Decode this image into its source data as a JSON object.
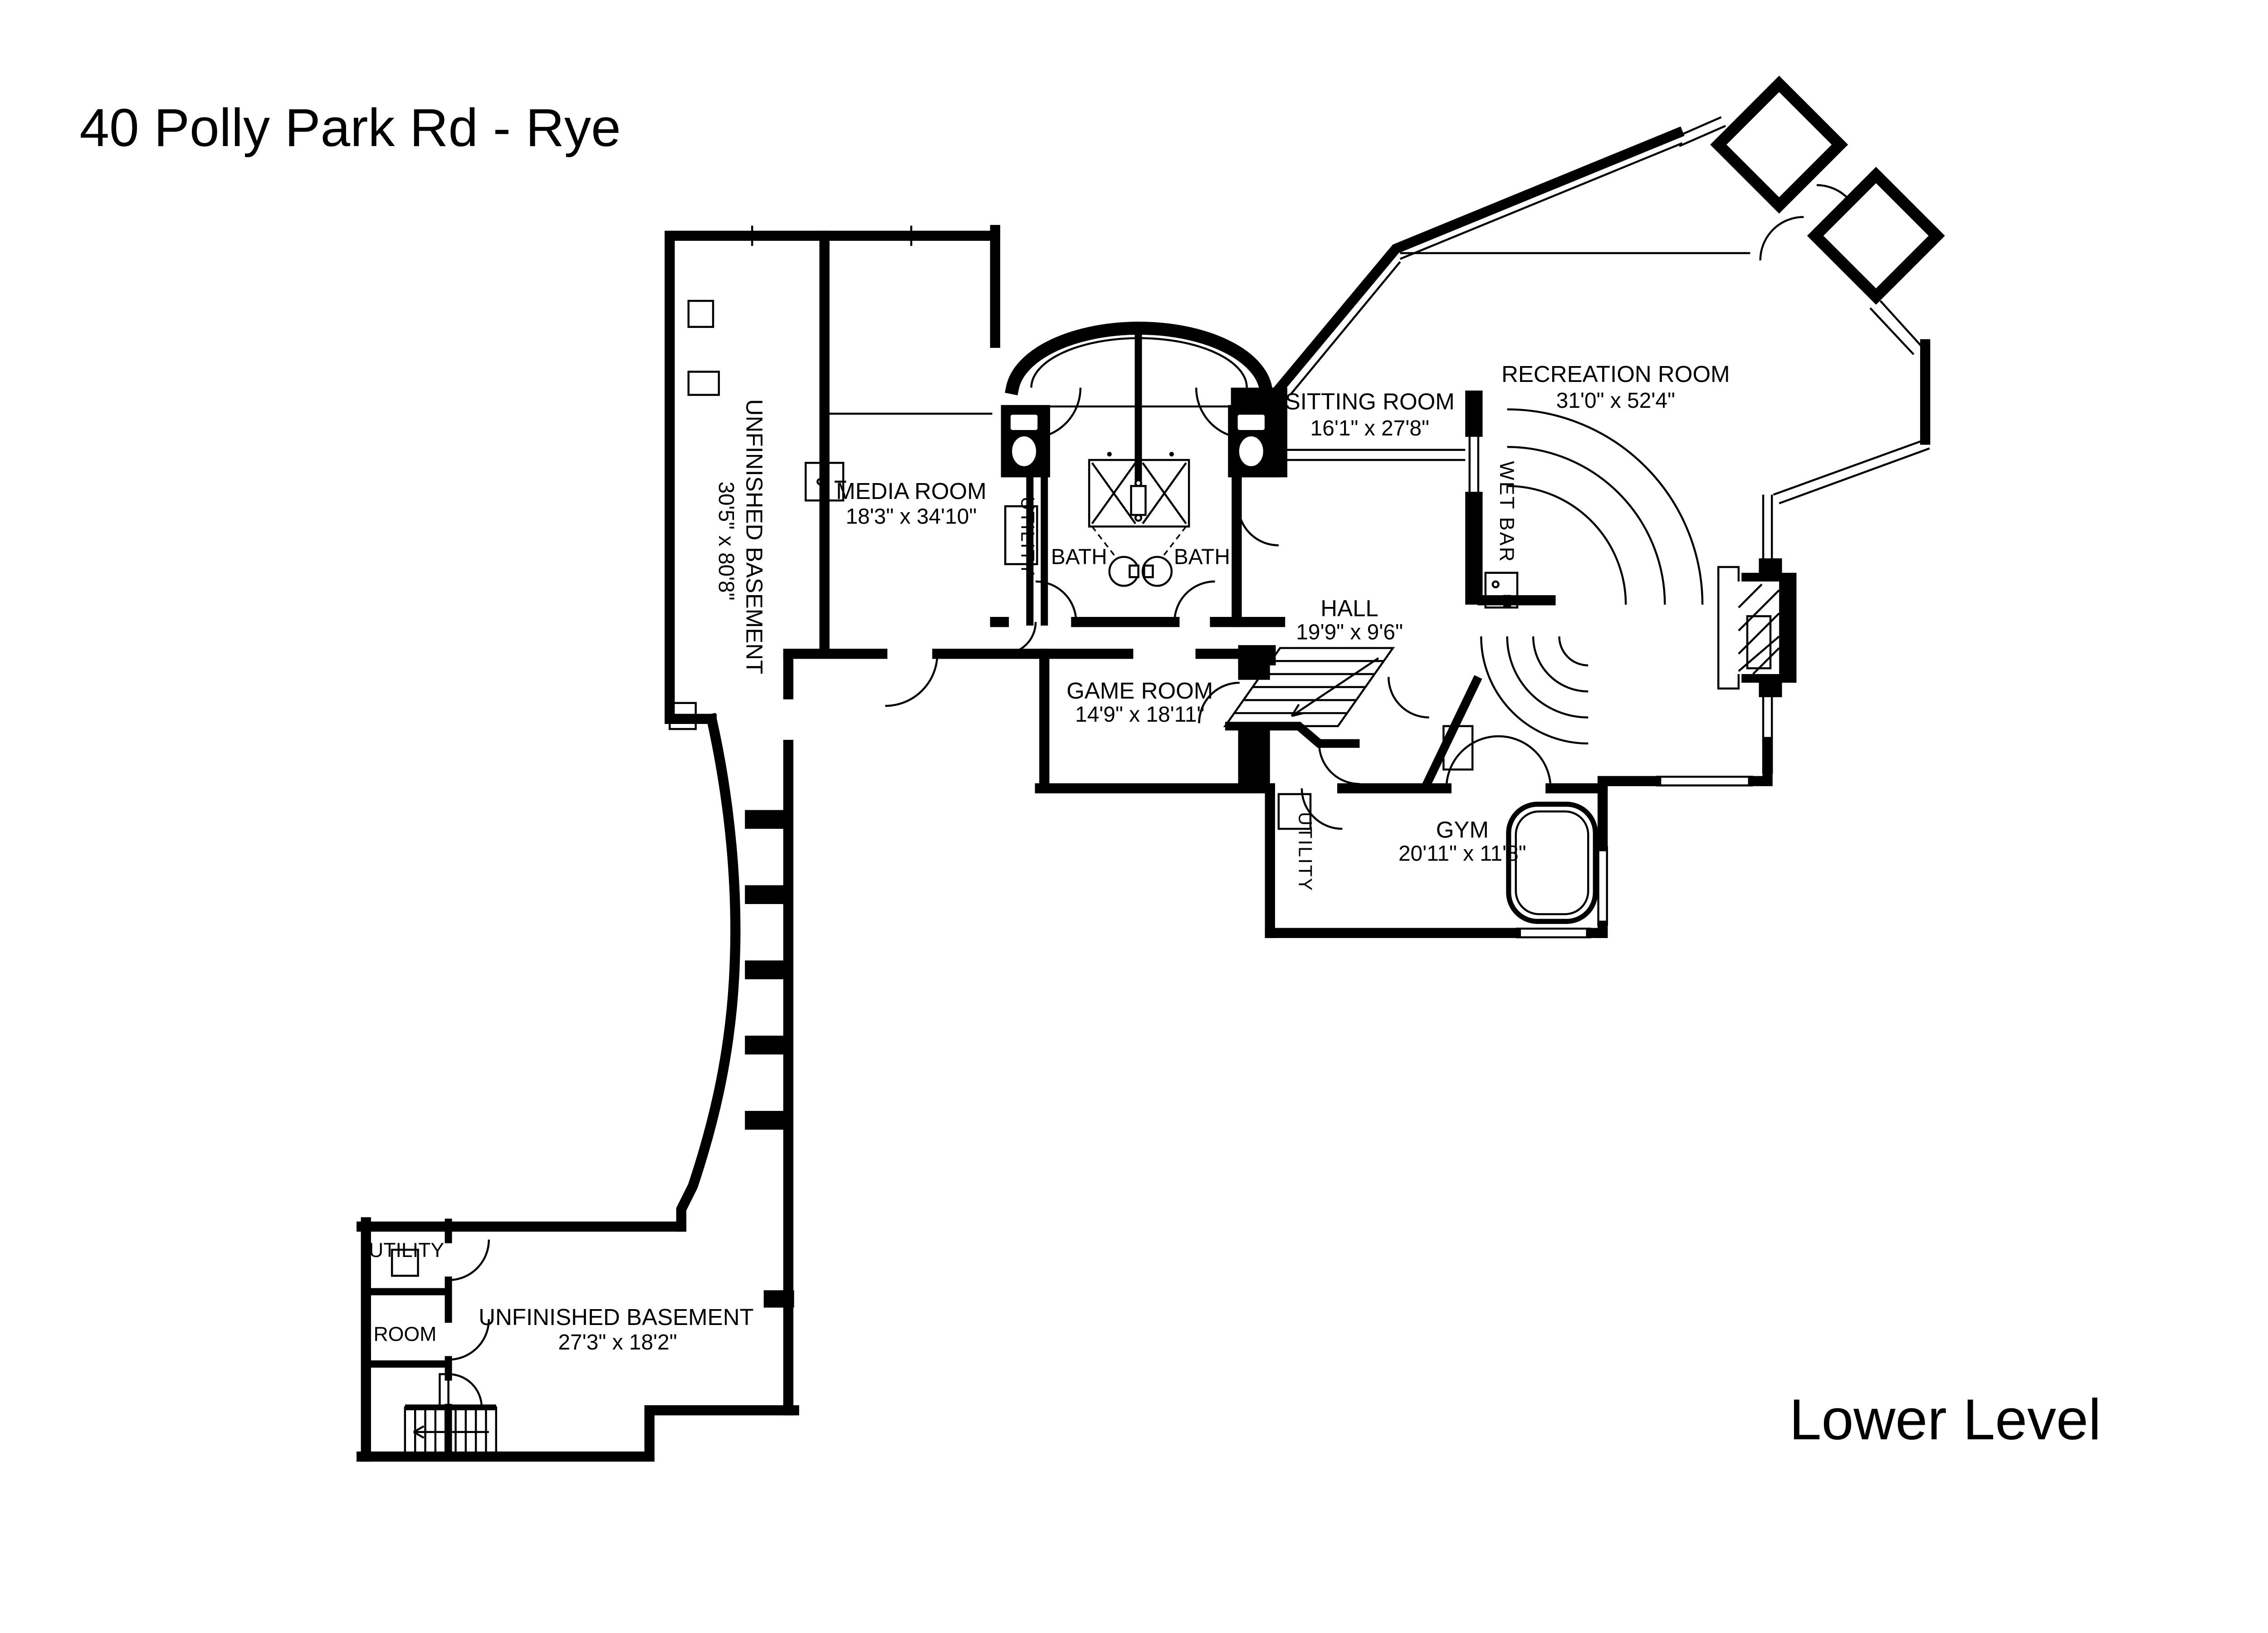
{
  "title": "40 Polly Park Rd - Rye",
  "level_label": "Lower Level",
  "colors": {
    "wall": "#000000",
    "background": "#ffffff",
    "text": "#000000"
  },
  "rooms": {
    "basement_upper": {
      "name": "UNFINISHED BASEMENT",
      "dims": "30'5\" x 80'8\""
    },
    "media_room": {
      "name": "MEDIA ROOM",
      "dims": "18'3\" x 34'10\""
    },
    "utility_upper": {
      "name": "UTILITY"
    },
    "bath_left": {
      "name": "BATH"
    },
    "bath_right": {
      "name": "BATH"
    },
    "sitting_room": {
      "name": "SITTING ROOM",
      "dims": "16'1\" x 27'8\""
    },
    "recreation_room": {
      "name": "RECREATION ROOM",
      "dims": "31'0\" x 52'4\""
    },
    "wet_bar": {
      "name": "WET BAR"
    },
    "hall": {
      "name": "HALL",
      "dims": "19'9\" x 9'6\""
    },
    "game_room": {
      "name": "GAME ROOM",
      "dims": "14'9\" x 18'11\""
    },
    "gym": {
      "name": "GYM",
      "dims": "20'11\" x 11'8\""
    },
    "utility_gym": {
      "name": "UTILITY"
    },
    "utility_lower": {
      "name": "UTILITY"
    },
    "room_lower": {
      "name": "ROOM"
    },
    "basement_lower": {
      "name": "UNFINISHED BASEMENT",
      "dims": "27'3\" x 18'2\""
    }
  }
}
